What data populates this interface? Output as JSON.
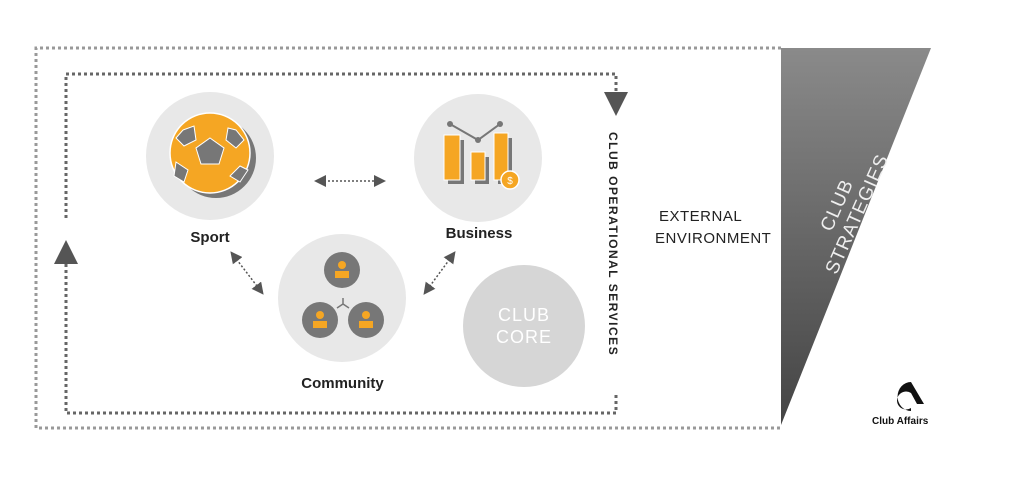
{
  "nodes": {
    "sport": "Sport",
    "business": "Business",
    "community": "Community"
  },
  "core": {
    "line1": "CLUB",
    "line2": "CORE"
  },
  "operational_services": "CLUB OPERATIONAL SERVICES",
  "external": {
    "line1": "EXTERNAL",
    "line2": "ENVIRONMENT"
  },
  "strategies": "CLUB STRATEGIES",
  "brand": "Club Affairs",
  "colors": {
    "accent": "#f5a623",
    "icon_gray": "#777777",
    "circle_bg": "#e8e8e8",
    "triangle": "#6a6a6a"
  }
}
